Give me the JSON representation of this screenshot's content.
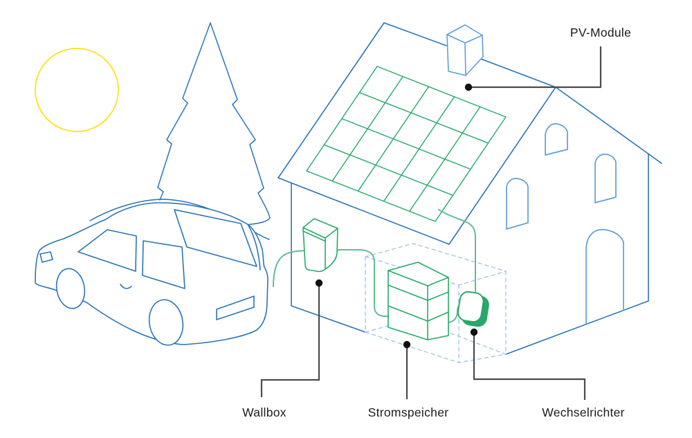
{
  "diagram": {
    "title": "Home photovoltaic energy system schematic",
    "labels": {
      "pv_module": "PV-Module",
      "wallbox": "Wallbox",
      "stromspeicher": "Stromspeicher",
      "wechselrichter": "Wechselrichter"
    },
    "palette": {
      "outline_blue": "#2a73b8",
      "light_blue": "#5f9dd5",
      "dashed_blue": "#a9c8e9",
      "device_green": "#27a868",
      "cable_green": "#62bd92",
      "sun_yellow": "#ffe01a",
      "callout_gray": "#4a4a4a",
      "dot_black": "#111111",
      "text_color": "#1c1c1c"
    },
    "pv_grid": {
      "columns": 5,
      "rows": 4
    },
    "battery_modules": 3
  }
}
